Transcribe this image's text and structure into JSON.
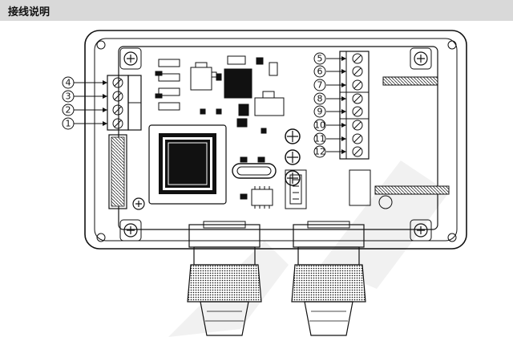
{
  "header": {
    "title": "接线说明"
  },
  "terminals": {
    "left": [
      "4",
      "3",
      "2",
      "1"
    ],
    "right": [
      "5",
      "6",
      "7",
      "8",
      "9",
      "10",
      "11",
      "12"
    ]
  },
  "colors": {
    "header_bg": "#d9d9d9",
    "line": "#111111",
    "watermark": "#f3f3f3"
  }
}
